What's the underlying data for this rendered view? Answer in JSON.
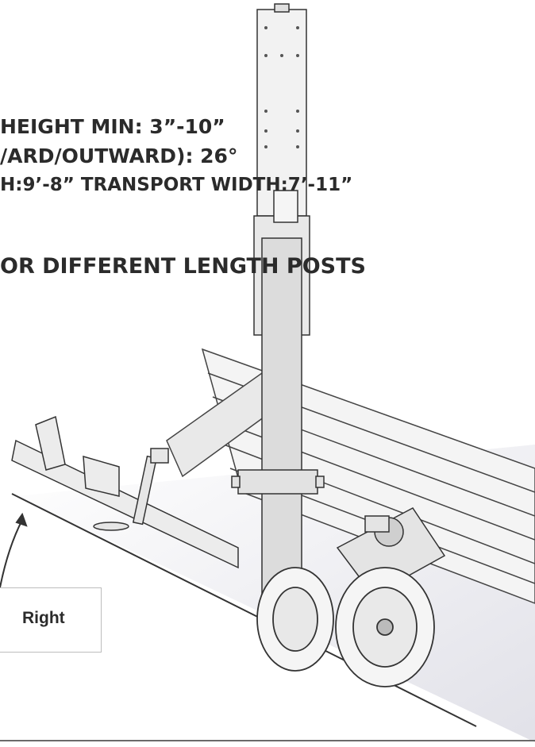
{
  "specs": {
    "line1": "HEIGHT MIN: 3”-10”",
    "line2": "/ARD/OUTWARD): 26°",
    "line3": "H:9’-8” TRANSPORT WIDTH:7’-11”",
    "line4": "OR DIFFERENT LENGTH POSTS"
  },
  "callout": {
    "label": "Right"
  },
  "colors": {
    "text": "#2b2b2b",
    "line_art": "#333333",
    "shade": "#d9d9d9"
  }
}
